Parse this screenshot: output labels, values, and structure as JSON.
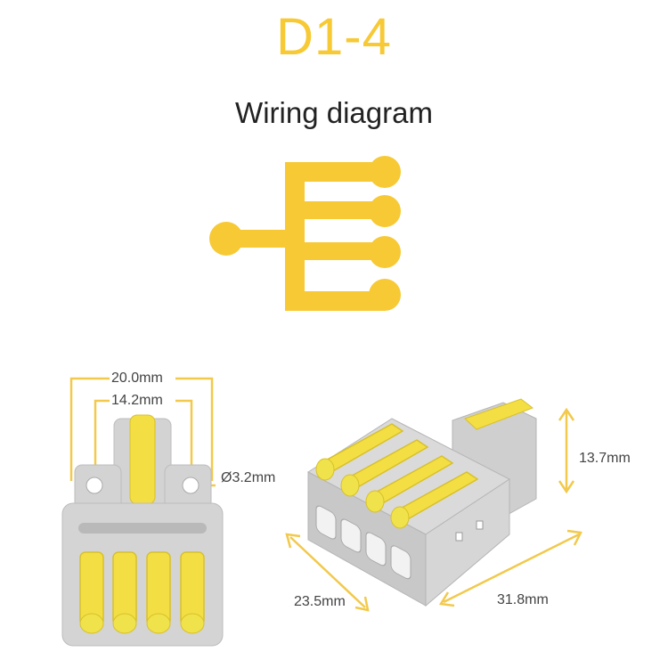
{
  "header": {
    "title": "D1-4",
    "subtitle": "Wiring diagram"
  },
  "dimensions": {
    "outer_width": "20.0mm",
    "inner_width": "14.2mm",
    "hole_diameter": "Ø3.2mm",
    "height": "13.7mm",
    "depth": "23.5mm",
    "length": "31.8mm"
  },
  "colors": {
    "accent_yellow": "#f7c934",
    "lever_yellow": "#f5e04a",
    "body_gray": "#d2d2d2",
    "dim_line": "#f2c94c"
  },
  "wiring": {
    "inputs": 1,
    "outputs": 4
  }
}
